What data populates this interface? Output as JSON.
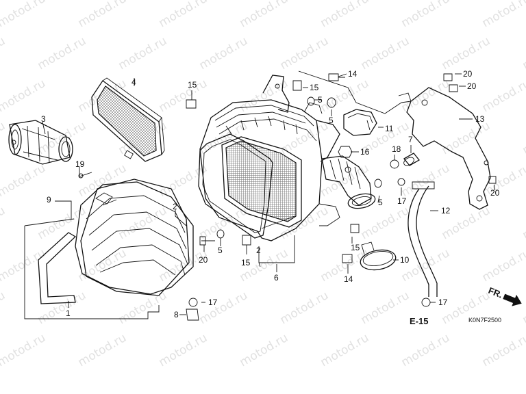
{
  "diagram": {
    "callouts": [
      {
        "id": "c1",
        "text": "1"
      },
      {
        "id": "c2a",
        "text": "2"
      },
      {
        "id": "c2b",
        "text": "2"
      },
      {
        "id": "c3",
        "text": "3"
      },
      {
        "id": "c4",
        "text": "4"
      },
      {
        "id": "c5a",
        "text": "5"
      },
      {
        "id": "c5b",
        "text": "5"
      },
      {
        "id": "c5c",
        "text": "5"
      },
      {
        "id": "c5d",
        "text": "5"
      },
      {
        "id": "c6",
        "text": "6"
      },
      {
        "id": "c7",
        "text": "7"
      },
      {
        "id": "c8",
        "text": "8"
      },
      {
        "id": "c9",
        "text": "9"
      },
      {
        "id": "c10",
        "text": "10"
      },
      {
        "id": "c11",
        "text": "11"
      },
      {
        "id": "c12",
        "text": "12"
      },
      {
        "id": "c13",
        "text": "13"
      },
      {
        "id": "c14a",
        "text": "14"
      },
      {
        "id": "c14b",
        "text": "14"
      },
      {
        "id": "c15a",
        "text": "15"
      },
      {
        "id": "c15b",
        "text": "15"
      },
      {
        "id": "c15c",
        "text": "15"
      },
      {
        "id": "c15d",
        "text": "15"
      },
      {
        "id": "c16",
        "text": "16"
      },
      {
        "id": "c17a",
        "text": "17"
      },
      {
        "id": "c17b",
        "text": "17"
      },
      {
        "id": "c17c",
        "text": "17"
      },
      {
        "id": "c18",
        "text": "18"
      },
      {
        "id": "c19",
        "text": "19"
      },
      {
        "id": "c20a",
        "text": "20"
      },
      {
        "id": "c20b",
        "text": "20"
      },
      {
        "id": "c20c",
        "text": "20"
      },
      {
        "id": "c20d",
        "text": "20"
      }
    ],
    "section_ref": "E-15",
    "front_marker": "FR.",
    "drawing_code": "K0N7F2500",
    "watermark": "motod.ru"
  }
}
